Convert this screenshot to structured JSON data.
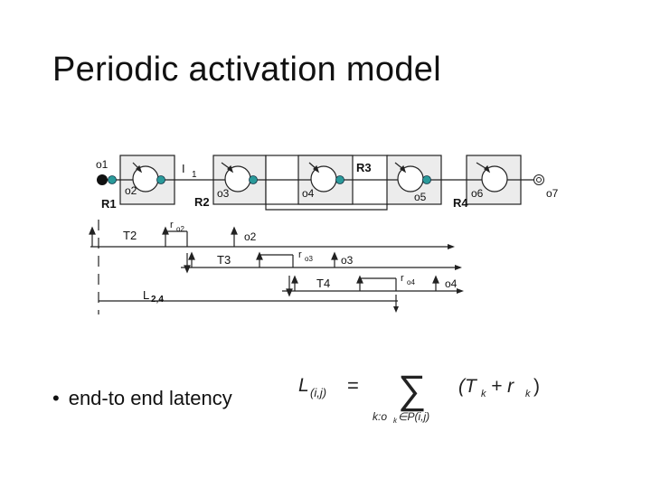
{
  "slide": {
    "title": "Periodic activation model",
    "bullet": "end-to end latency"
  },
  "diagram": {
    "outputs": [
      "o1",
      "o2",
      "o3",
      "o4",
      "o5",
      "o6",
      "o7"
    ],
    "resources": [
      "R1",
      "R2",
      "R3",
      "R4"
    ],
    "input_label": "I",
    "input_index": "1",
    "timeline": {
      "periods": [
        "T2",
        "T3",
        "T4"
      ],
      "response_labels": [
        "r",
        "r",
        "r"
      ],
      "response_subs": [
        "o2",
        "o3",
        "o4"
      ],
      "outputs": [
        "o2",
        "o3",
        "o4"
      ],
      "latency_label": "L",
      "latency_sub": "2,4"
    }
  },
  "formula": {
    "lhs": "L",
    "lhs_sub": "(i,j)",
    "equals": "=",
    "sum_under": "k:o",
    "sum_under_k": "k",
    "sum_under_rest": "∈P(i,j)",
    "term": "(T",
    "term_k": "k",
    "term_plus": "+ r",
    "term_k2": "k",
    "term_close": ")"
  }
}
